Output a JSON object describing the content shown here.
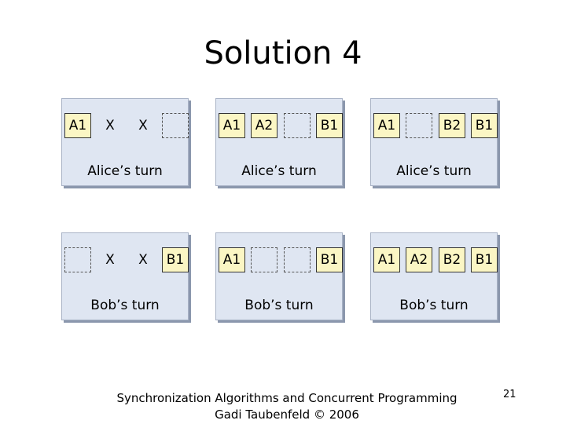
{
  "title": "Solution 4",
  "panels": [
    {
      "cells": [
        {
          "t": "A1",
          "k": "filled"
        },
        {
          "t": "X",
          "k": "blank"
        },
        {
          "t": "X",
          "k": "blank"
        },
        {
          "t": "",
          "k": "empty"
        }
      ],
      "turn": "Alice’s turn"
    },
    {
      "cells": [
        {
          "t": "A1",
          "k": "filled"
        },
        {
          "t": "A2",
          "k": "filled"
        },
        {
          "t": "",
          "k": "empty"
        },
        {
          "t": "B1",
          "k": "filled"
        }
      ],
      "turn": "Alice’s turn"
    },
    {
      "cells": [
        {
          "t": "A1",
          "k": "filled"
        },
        {
          "t": "",
          "k": "empty"
        },
        {
          "t": "B2",
          "k": "filled"
        },
        {
          "t": "B1",
          "k": "filled"
        }
      ],
      "turn": "Alice’s turn"
    },
    {
      "cells": [
        {
          "t": "",
          "k": "empty"
        },
        {
          "t": "X",
          "k": "blank"
        },
        {
          "t": "X",
          "k": "blank"
        },
        {
          "t": "B1",
          "k": "filled"
        }
      ],
      "turn": "Bob’s turn"
    },
    {
      "cells": [
        {
          "t": "A1",
          "k": "filled"
        },
        {
          "t": "",
          "k": "empty"
        },
        {
          "t": "",
          "k": "empty"
        },
        {
          "t": "B1",
          "k": "filled"
        }
      ],
      "turn": "Bob’s turn"
    },
    {
      "cells": [
        {
          "t": "A1",
          "k": "filled"
        },
        {
          "t": "A2",
          "k": "filled"
        },
        {
          "t": "B2",
          "k": "filled"
        },
        {
          "t": "B1",
          "k": "filled"
        }
      ],
      "turn": "Bob’s turn"
    }
  ],
  "footer": {
    "line1": "Synchronization Algorithms and Concurrent Programming",
    "line2": "Gadi Taubenfeld © 2006"
  },
  "page_number": "21"
}
